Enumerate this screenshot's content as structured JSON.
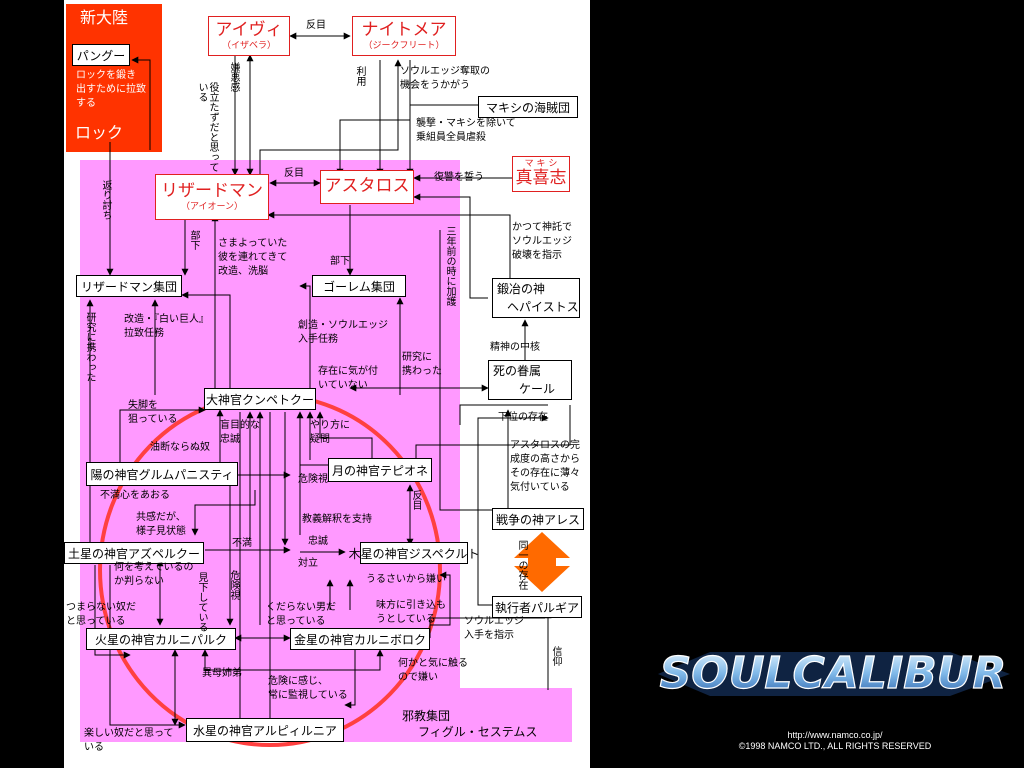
{
  "zones": {
    "new_continent": {
      "title": "新大陸",
      "color": "#ff3300"
    },
    "cult": {
      "title_1": "邪教集団",
      "title_2": "フィグル・セステムス",
      "color": "#ff99ff"
    }
  },
  "colors": {
    "cult_ring": "#ff4040",
    "same_arrow": "#ff6a00",
    "red_text": "#e02020"
  },
  "nodes": {
    "pangu": "パングー",
    "rock": "ロック",
    "ivy": {
      "name": "アイヴィ",
      "sub": "（イザベラ）"
    },
    "nightmare": {
      "name": "ナイトメア",
      "sub": "（ジークフリート）"
    },
    "maxi_pirates": "マキシの海賊団",
    "lizardman": {
      "name": "リザードマン",
      "sub": "（アイオーン）"
    },
    "astaroth": {
      "name": "アスタロス"
    },
    "maxi": {
      "name": "真喜志",
      "ruby": "マ キ シ"
    },
    "lizardman_group": "リザードマン集団",
    "golem_group": "ゴーレム集団",
    "hephaistos": {
      "line1": "鍛冶の神",
      "line2": "ヘパイストス"
    },
    "keel": {
      "line1": "死の眷属",
      "line2": "ケール"
    },
    "kunpetku": "大神官クンペトクー",
    "grum": "陽の神官グルムパニスティ",
    "tepione": "月の神官テピオネ",
    "ares": "戦争の神アレス",
    "azpel": "土星の神官アズペルクー",
    "jispe": "木星の神官ジスペクルト",
    "palgia": "執行者パルギア",
    "karuni_p": "火星の神官カルニパルク",
    "karuni_b": "金星の神官カルニボロク",
    "arpil": "水星の神官アルピィルニア"
  },
  "labels": {
    "pangu_desc": [
      "ロックを鍛き",
      "出すために拉致",
      "する"
    ],
    "revenge_time": "返り討ち",
    "rival": "反目",
    "hostility": "嫌悪感",
    "useful": "役立たずだと思っている",
    "use": "利用",
    "soul_edge": [
      "ソウルエッジ奪取の",
      "機会をうかがう"
    ],
    "attack_maxi": [
      "襲撃・マキシを除いて",
      "乗組員全員虐殺"
    ],
    "rival2": "反目",
    "revenge_vow": "復讐を誓う",
    "subordinate": "部下",
    "wander": [
      "さまよっていた",
      "彼を連れてきて",
      "改造、洗脳"
    ],
    "subordinate2": "部下",
    "former_god": [
      "かつて神託で",
      "ソウルエッジ",
      "破壊を指示"
    ],
    "protected": "三年前の時に加護",
    "research": "研究に携わった",
    "remodel": [
      "改造・『白い巨人』",
      "拉致任務"
    ],
    "creation": [
      "創造・ソウルエッジ",
      "入手任務"
    ],
    "research2": [
      "研究に",
      "携わった"
    ],
    "spirit_core": "精神の中核",
    "unaware": [
      "存在に気が付",
      "いていない"
    ],
    "lower_being": "下位の存在",
    "aiming": [
      "失脚を",
      "狙っている"
    ],
    "not_fit": "油断ならぬ奴",
    "blind_faith": [
      "盲目的な",
      "忠誠"
    ],
    "doubt": [
      "やり方に",
      "疑問"
    ],
    "astaroth_note": [
      "アスタロスの完",
      "成度の高さから",
      "その存在に薄々",
      "気付いている"
    ],
    "danger": "危険視",
    "rival3": "反目",
    "dissatisfaction": "不満心をあおる",
    "sympathy": [
      "共感だが、",
      "様子見状態"
    ],
    "doctrine": "教義解釈を支持",
    "discontent": "不満",
    "loyalty": "忠誠",
    "oppose": "対立",
    "same_being": "同一の存在",
    "thoughtless": [
      "何を考えているの",
      "か判らない"
    ],
    "looked_down": "見下している",
    "danger2": "危険視",
    "noisy": "うるさいから嫌い",
    "boring": [
      "つまらない奴だ",
      "と思っている"
    ],
    "worthless": [
      "くだらない男だ",
      "と思っている"
    ],
    "ally_try": [
      "味方に引き込も",
      "うとしている"
    ],
    "soul_edge2": [
      "ソウルエッジ",
      "入手を指示"
    ],
    "half_sibling": "異母姉弟",
    "annoy": [
      "何かと気に触る",
      "ので嫌い"
    ],
    "faith": "信仰",
    "danger_watch": [
      "危険に感じ、",
      "常に監視している"
    ],
    "fun": [
      "楽しい奴だと思って",
      "いる"
    ]
  },
  "logo": {
    "text": "SOULCALIBUR"
  },
  "copyright": [
    "http://www.namco.co.jp/",
    "©1998 NAMCO LTD., ALL RIGHTS RESERVED"
  ]
}
